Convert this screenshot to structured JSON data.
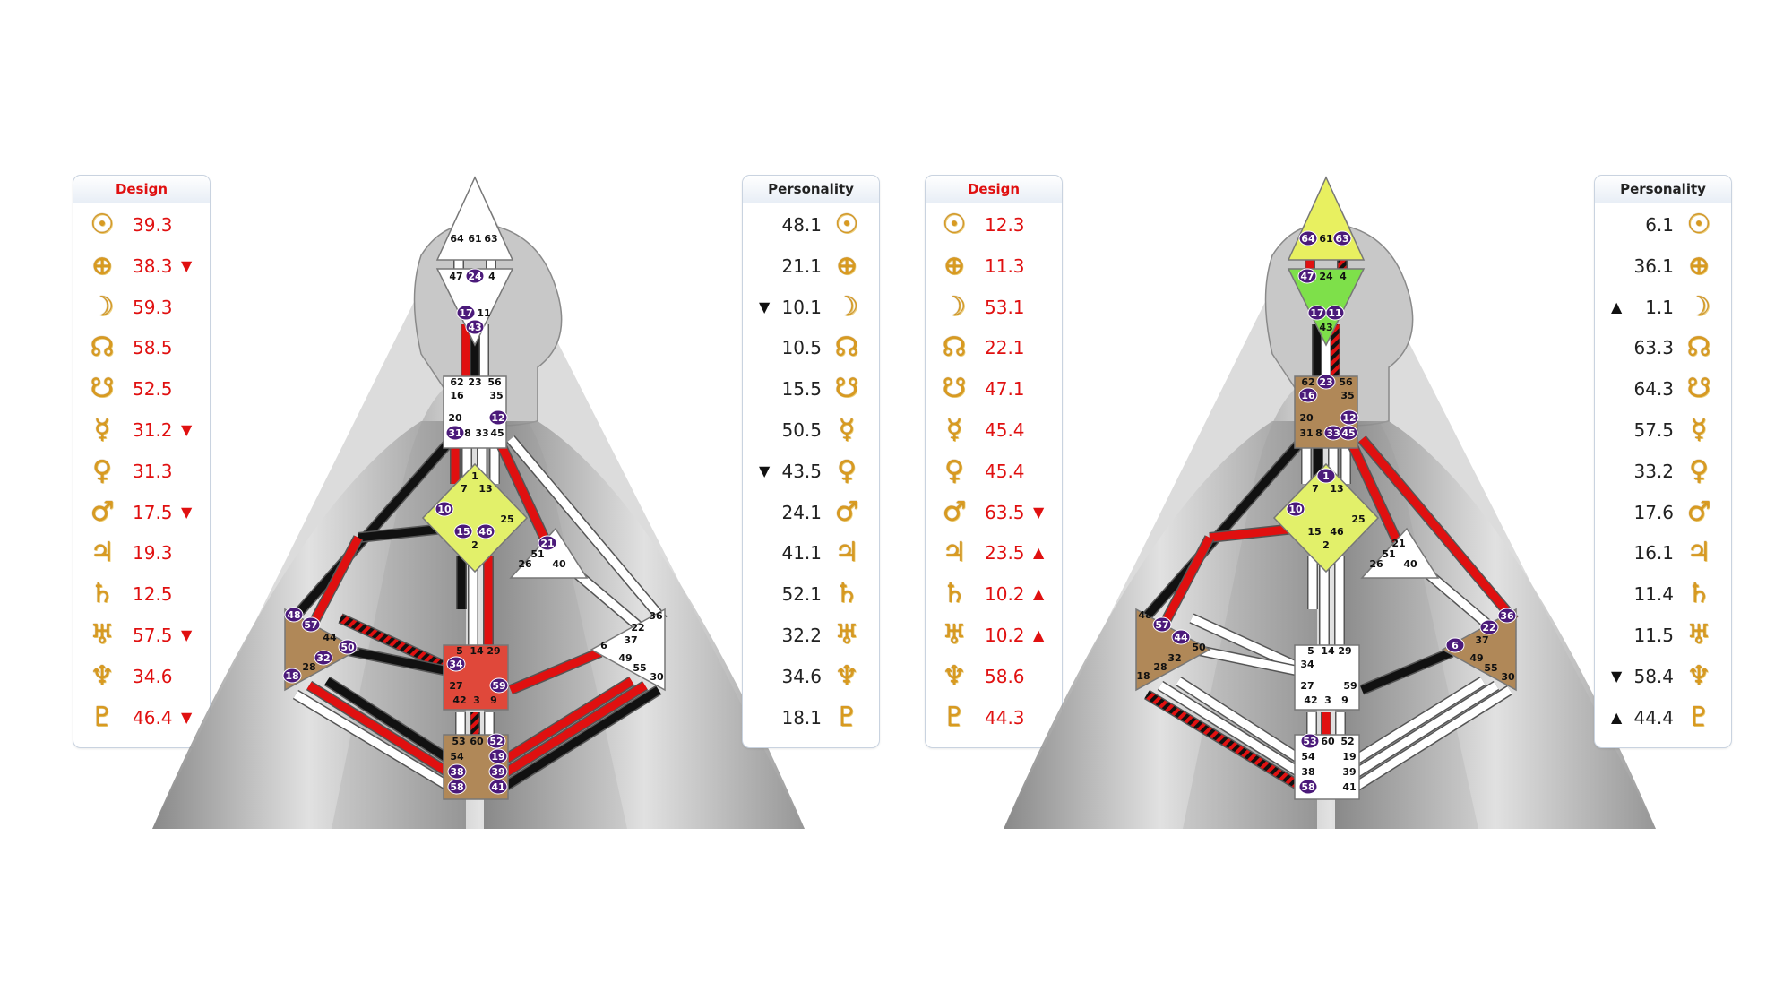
{
  "charts": [
    {
      "design": {
        "title": "Design",
        "rows": [
          {
            "icon": "sun-icon",
            "value": "39.3",
            "arrow": ""
          },
          {
            "icon": "earth-icon",
            "value": "38.3",
            "arrow": "▼"
          },
          {
            "icon": "moon-icon",
            "value": "59.3",
            "arrow": ""
          },
          {
            "icon": "north-node-icon",
            "value": "58.5",
            "arrow": ""
          },
          {
            "icon": "south-node-icon",
            "value": "52.5",
            "arrow": ""
          },
          {
            "icon": "mercury-icon",
            "value": "31.2",
            "arrow": "▼"
          },
          {
            "icon": "venus-icon",
            "value": "31.3",
            "arrow": ""
          },
          {
            "icon": "mars-icon",
            "value": "17.5",
            "arrow": "▼"
          },
          {
            "icon": "jupiter-icon",
            "value": "19.3",
            "arrow": ""
          },
          {
            "icon": "saturn-icon",
            "value": "12.5",
            "arrow": ""
          },
          {
            "icon": "uranus-icon",
            "value": "57.5",
            "arrow": "▼"
          },
          {
            "icon": "neptune-icon",
            "value": "34.6",
            "arrow": ""
          },
          {
            "icon": "pluto-icon",
            "value": "46.4",
            "arrow": "▼"
          }
        ]
      },
      "personality": {
        "title": "Personality",
        "rows": [
          {
            "icon": "sun-icon",
            "value": "48.1",
            "arrow": ""
          },
          {
            "icon": "earth-icon",
            "value": "21.1",
            "arrow": ""
          },
          {
            "icon": "moon-icon",
            "value": "10.1",
            "arrow": "▼"
          },
          {
            "icon": "north-node-icon",
            "value": "10.5",
            "arrow": ""
          },
          {
            "icon": "south-node-icon",
            "value": "15.5",
            "arrow": ""
          },
          {
            "icon": "mercury-icon",
            "value": "50.5",
            "arrow": ""
          },
          {
            "icon": "venus-icon",
            "value": "43.5",
            "arrow": "▼"
          },
          {
            "icon": "mars-icon",
            "value": "24.1",
            "arrow": ""
          },
          {
            "icon": "jupiter-icon",
            "value": "41.1",
            "arrow": ""
          },
          {
            "icon": "saturn-icon",
            "value": "52.1",
            "arrow": ""
          },
          {
            "icon": "uranus-icon",
            "value": "32.2",
            "arrow": ""
          },
          {
            "icon": "neptune-icon",
            "value": "34.6",
            "arrow": ""
          },
          {
            "icon": "pluto-icon",
            "value": "18.1",
            "arrow": ""
          }
        ]
      },
      "centers": {
        "head": {
          "gates": [
            "64",
            "61",
            "63"
          ]
        },
        "ajna": {
          "gates": [
            "47",
            "24",
            "4",
            "17",
            "11",
            "43"
          ]
        },
        "throat": {
          "gates": [
            "62",
            "23",
            "56",
            "16",
            "35",
            "20",
            "12",
            "31",
            "8",
            "33",
            "45"
          ]
        },
        "g": {
          "gates": [
            "1",
            "7",
            "13",
            "10",
            "25",
            "15",
            "46",
            "2"
          ]
        },
        "heart": {
          "gates": [
            "21",
            "51",
            "26",
            "40"
          ]
        },
        "spleen": {
          "gates": [
            "48",
            "57",
            "44",
            "50",
            "32",
            "28",
            "18"
          ]
        },
        "esp": {
          "gates": [
            "36",
            "22",
            "37",
            "6",
            "49",
            "55",
            "30"
          ]
        },
        "sacral": {
          "gates": [
            "5",
            "14",
            "29",
            "34",
            "27",
            "59",
            "42",
            "3",
            "9"
          ]
        },
        "root": {
          "gates": [
            "53",
            "60",
            "52",
            "54",
            "19",
            "38",
            "39",
            "58",
            "41"
          ]
        }
      }
    },
    {
      "design": {
        "title": "Design",
        "rows": [
          {
            "icon": "sun-icon",
            "value": "12.3",
            "arrow": ""
          },
          {
            "icon": "earth-icon",
            "value": "11.3",
            "arrow": ""
          },
          {
            "icon": "moon-icon",
            "value": "53.1",
            "arrow": ""
          },
          {
            "icon": "north-node-icon",
            "value": "22.1",
            "arrow": ""
          },
          {
            "icon": "south-node-icon",
            "value": "47.1",
            "arrow": ""
          },
          {
            "icon": "mercury-icon",
            "value": "45.4",
            "arrow": ""
          },
          {
            "icon": "venus-icon",
            "value": "45.4",
            "arrow": ""
          },
          {
            "icon": "mars-icon",
            "value": "63.5",
            "arrow": "▼"
          },
          {
            "icon": "jupiter-icon",
            "value": "23.5",
            "arrow": "▲"
          },
          {
            "icon": "saturn-icon",
            "value": "10.2",
            "arrow": "▲"
          },
          {
            "icon": "uranus-icon",
            "value": "10.2",
            "arrow": "▲"
          },
          {
            "icon": "neptune-icon",
            "value": "58.6",
            "arrow": ""
          },
          {
            "icon": "pluto-icon",
            "value": "44.3",
            "arrow": ""
          }
        ]
      },
      "personality": {
        "title": "Personality",
        "rows": [
          {
            "icon": "sun-icon",
            "value": "6.1",
            "arrow": ""
          },
          {
            "icon": "earth-icon",
            "value": "36.1",
            "arrow": ""
          },
          {
            "icon": "moon-icon",
            "value": "1.1",
            "arrow": "▲"
          },
          {
            "icon": "north-node-icon",
            "value": "63.3",
            "arrow": ""
          },
          {
            "icon": "south-node-icon",
            "value": "64.3",
            "arrow": ""
          },
          {
            "icon": "mercury-icon",
            "value": "57.5",
            "arrow": ""
          },
          {
            "icon": "venus-icon",
            "value": "33.2",
            "arrow": ""
          },
          {
            "icon": "mars-icon",
            "value": "17.6",
            "arrow": ""
          },
          {
            "icon": "jupiter-icon",
            "value": "16.1",
            "arrow": ""
          },
          {
            "icon": "saturn-icon",
            "value": "11.4",
            "arrow": ""
          },
          {
            "icon": "uranus-icon",
            "value": "11.5",
            "arrow": ""
          },
          {
            "icon": "neptune-icon",
            "value": "58.4",
            "arrow": "▼"
          },
          {
            "icon": "pluto-icon",
            "value": "44.4",
            "arrow": "▲"
          }
        ]
      },
      "centers": {
        "head": {
          "gates": [
            "64",
            "61",
            "63"
          ]
        },
        "ajna": {
          "gates": [
            "47",
            "24",
            "4",
            "17",
            "11",
            "43"
          ]
        },
        "throat": {
          "gates": [
            "62",
            "23",
            "56",
            "16",
            "35",
            "20",
            "12",
            "31",
            "8",
            "33",
            "45"
          ]
        },
        "g": {
          "gates": [
            "1",
            "7",
            "13",
            "10",
            "25",
            "15",
            "46",
            "2"
          ]
        },
        "heart": {
          "gates": [
            "21",
            "51",
            "26",
            "40"
          ]
        },
        "spleen": {
          "gates": [
            "48",
            "57",
            "44",
            "50",
            "32",
            "28",
            "18"
          ]
        },
        "esp": {
          "gates": [
            "36",
            "22",
            "37",
            "6",
            "49",
            "55",
            "30"
          ]
        },
        "sacral": {
          "gates": [
            "5",
            "14",
            "29",
            "34",
            "27",
            "59",
            "42",
            "3",
            "9"
          ]
        },
        "root": {
          "gates": [
            "53",
            "60",
            "52",
            "54",
            "19",
            "38",
            "39",
            "58",
            "41"
          ]
        }
      }
    }
  ],
  "planet_glyphs": {
    "sun-icon": "☉",
    "earth-icon": "⊕",
    "moon-icon": "☽",
    "north-node-icon": "☊",
    "south-node-icon": "☋",
    "mercury-icon": "☿",
    "venus-icon": "♀",
    "mars-icon": "♂",
    "jupiter-icon": "♃",
    "saturn-icon": "♄",
    "uranus-icon": "♅",
    "neptune-icon": "♆",
    "pluto-icon": "♇"
  },
  "colors": {
    "design_red": "#e01010",
    "personality_black": "#111111",
    "defined_head": "#e8f060",
    "defined_ajna": "#7ee04a",
    "g_center": "#e2f06a",
    "sacral_red": "#e0483a",
    "motor_brown": "#b08858",
    "activated_gate": "#4b1a7a",
    "planet_gold": "#d99a20"
  }
}
